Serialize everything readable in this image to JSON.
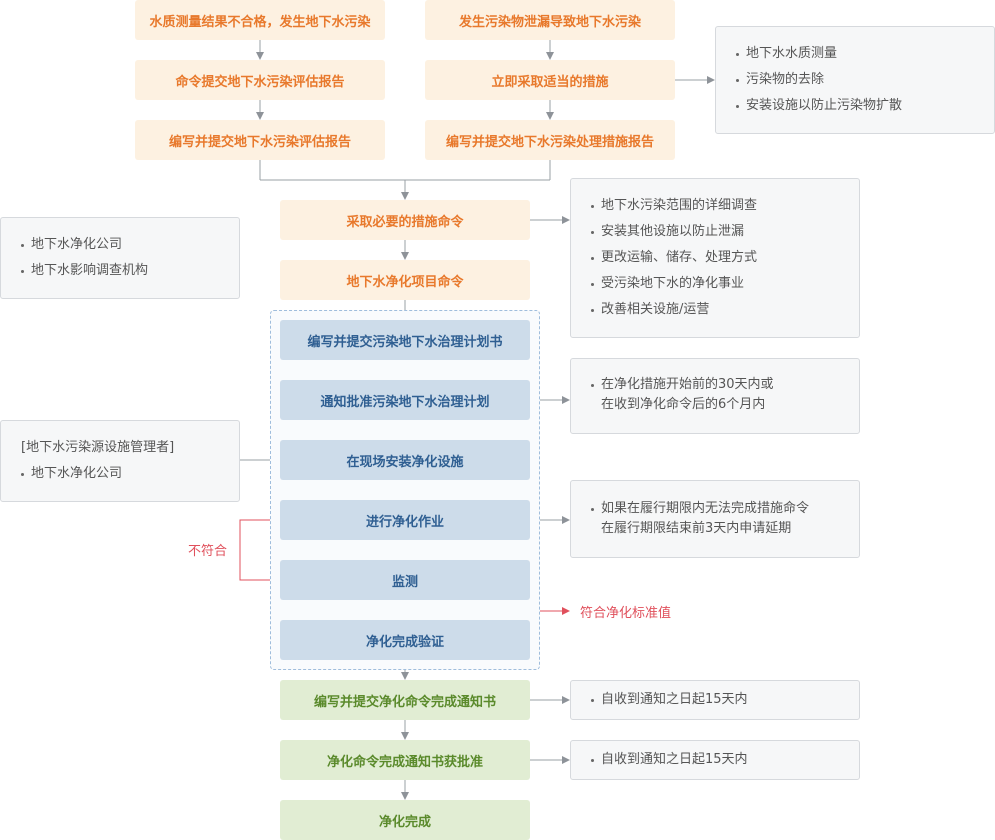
{
  "flow": {
    "left_col": [
      "水质测量结果不合格，发生地下水污染",
      "命令提交地下水污染评估报告",
      "编写并提交地下水污染评估报告"
    ],
    "right_col": [
      "发生污染物泄漏导致地下水污染",
      "立即采取适当的措施",
      "编写并提交地下水污染处理措施报告"
    ],
    "main": [
      "采取必要的措施命令",
      "地下水净化项目命令",
      "编写并提交污染地下水治理计划书",
      "通知批准污染地下水治理计划",
      "在现场安装净化设施",
      "进行净化作业",
      "监测",
      "净化完成验证",
      "编写并提交净化命令完成通知书",
      "净化命令完成通知书获批准",
      "净化完成"
    ]
  },
  "notes": {
    "measures": [
      "地下水水质测量",
      "污染物的去除",
      "安装设施以防止污染物扩散"
    ],
    "order_items": [
      "地下水污染范围的详细调查",
      "安装其他设施以防止泄漏",
      "更改运输、储存、处理方式",
      "受污染地下水的净化事业",
      "改善相关设施/运营"
    ],
    "executors": [
      "地下水净化公司",
      "地下水影响调查机构"
    ],
    "plan_deadline": [
      "在净化措施开始前的30天内或",
      "在收到净化命令后的6个月内"
    ],
    "installers_header": "[地下水污染源设施管理者]",
    "installers": [
      "地下水净化公司"
    ],
    "extension": [
      "如果在履行期限内无法完成措施命令",
      "在履行期限结束前3天内申请延期"
    ],
    "notice1": [
      "自收到通知之日起15天内"
    ],
    "notice2": [
      "自收到通知之日起15天内"
    ]
  },
  "labels": {
    "fail": "不符合",
    "pass": "符合净化标准值"
  },
  "colors": {
    "orange_bg": "#fdf1e1",
    "orange_text": "#e8792c",
    "blue_bg": "#cddcea",
    "blue_text": "#2f5f92",
    "green_bg": "#e1edd3",
    "green_text": "#5a8a2b",
    "red": "#e0505c"
  }
}
